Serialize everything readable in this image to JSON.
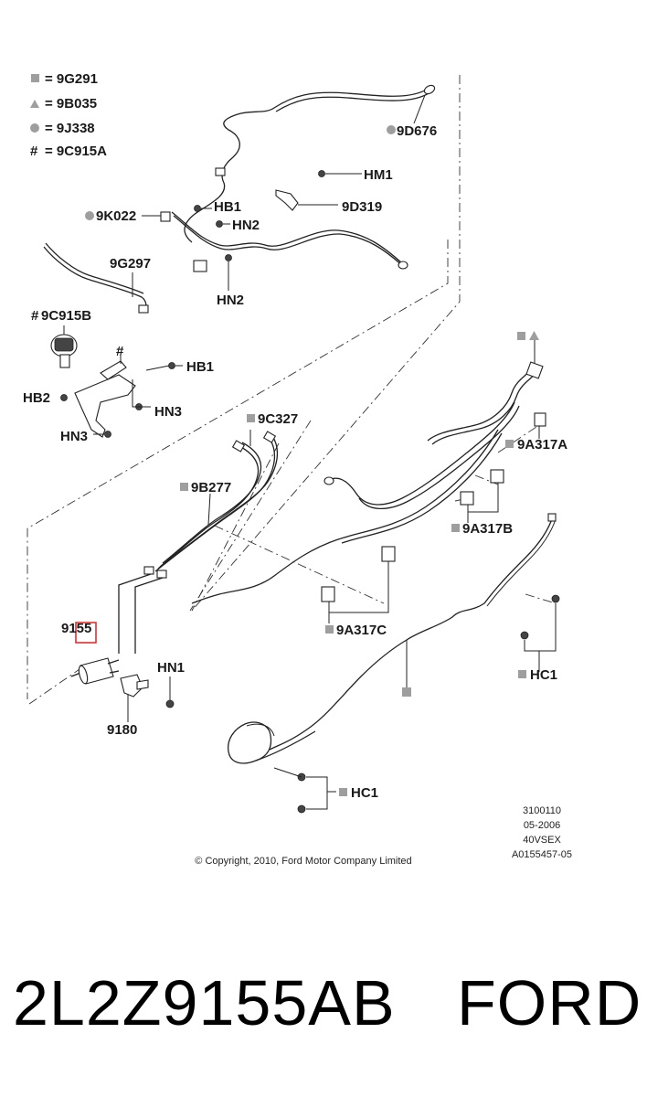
{
  "legend": [
    {
      "symbol": "square",
      "text": "= 9G291"
    },
    {
      "symbol": "triangle",
      "text": "= 9B035"
    },
    {
      "symbol": "circle",
      "text": "= 9J338"
    },
    {
      "symbol": "hash",
      "text": "= 9C915A"
    }
  ],
  "callouts": {
    "c_9d676": "9D676",
    "c_hm1": "HM1",
    "c_9d319": "9D319",
    "c_9k022": "9K022",
    "c_hb1a": "HB1",
    "c_hn2a": "HN2",
    "c_hn2b": "HN2",
    "c_9g297": "9G297",
    "c_9c915b": "9C915B",
    "c_hash": "#",
    "c_hb1b": "HB1",
    "c_hb2": "HB2",
    "c_hn3a": "HN3",
    "c_hn3b": "HN3",
    "c_9c327": "9C327",
    "c_9b277": "9B277",
    "c_9a317a": "9A317A",
    "c_9a317b": "9A317B",
    "c_9a317c": "9A317C",
    "c_9155": "9155",
    "c_hn1": "HN1",
    "c_9180": "9180",
    "c_hc1a": "HC1",
    "c_hc1b": "HC1"
  },
  "c_hash_prefix": "#",
  "info_block": [
    "3100110",
    "05-2006",
    "40VSEX",
    "A0155457-05"
  ],
  "copyright": "© Copyright, 2010, Ford Motor Company Limited",
  "part_number": "2L2Z9155AB",
  "brand": "FORD",
  "colors": {
    "highlight": "#e03030",
    "marker": "#9e9e9e",
    "line": "#222222"
  }
}
